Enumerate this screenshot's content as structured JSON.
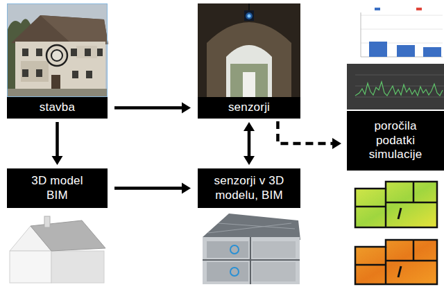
{
  "diagram": {
    "nodes": [
      {
        "text": [
          "stavba"
        ]
      },
      {
        "text": [
          "senzorji"
        ]
      },
      {
        "text": [
          "poročila podatki simulacije"
        ]
      },
      {
        "text": [
          "3D model BIM"
        ]
      },
      {
        "text": [
          "senzorji v 3D modelu, BIM"
        ]
      }
    ],
    "edges": [
      {
        "from": 0,
        "to": 1,
        "arrow": "to"
      },
      {
        "from": 0,
        "to": 3,
        "arrow": "to"
      },
      {
        "from": 3,
        "to": 4,
        "arrow": "to"
      },
      {
        "from": 1,
        "to": 4,
        "arrow": "both"
      },
      {
        "from": 1,
        "to": 2,
        "arrow": "to"
      }
    ]
  }
}
